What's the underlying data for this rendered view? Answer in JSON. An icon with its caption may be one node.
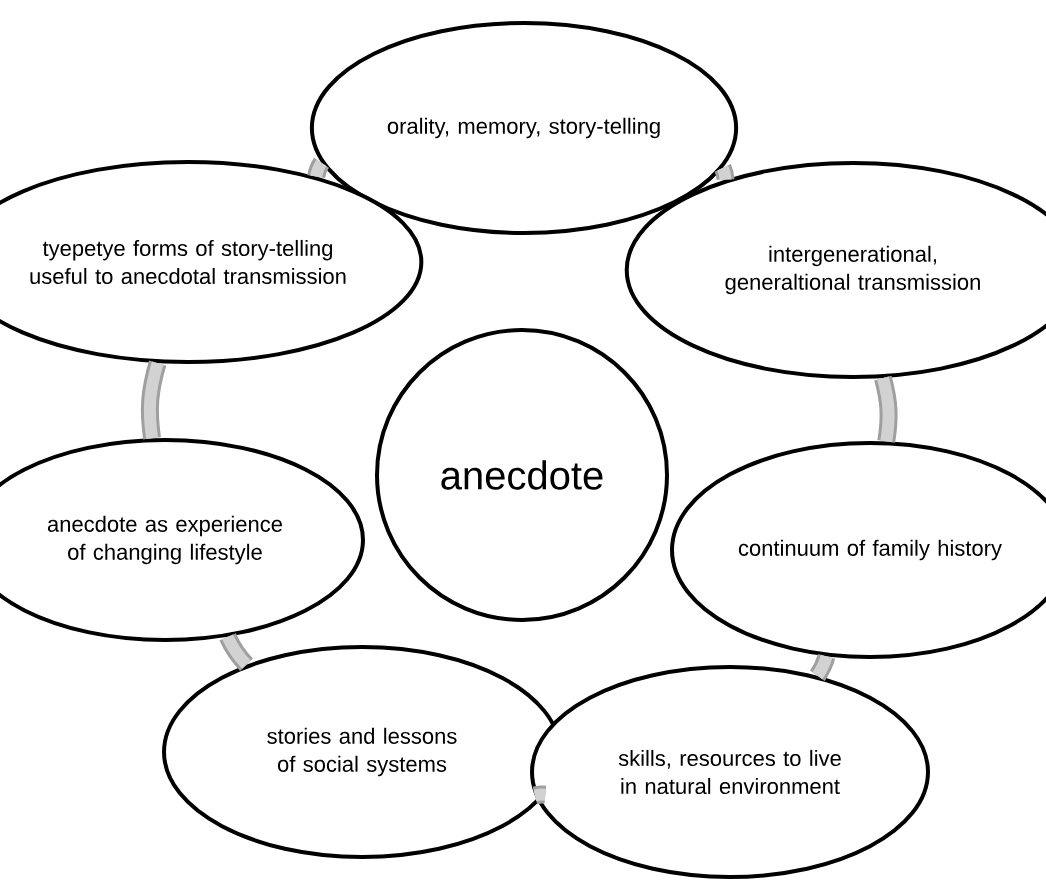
{
  "diagram": {
    "nodes": [
      {
        "text": [
          "orality, memory, story-telling"
        ]
      },
      {
        "text": [
          "tyepetye forms of story-telling useful to anecdotal transmission"
        ]
      },
      {
        "text": [
          "intergenerational, generaltional transmission"
        ]
      },
      {
        "text": [
          "anecdote"
        ]
      },
      {
        "text": [
          "anecdote as experience of changing lifestyle"
        ]
      },
      {
        "text": [
          "continuum of family history"
        ]
      },
      {
        "text": [
          "stories and lessons of social systems"
        ]
      },
      {
        "text": [
          "skills, resources to live in natural environment"
        ]
      }
    ],
    "edges": [
      {
        "from": 0,
        "to": 2,
        "arrow": "none"
      },
      {
        "from": 2,
        "to": 5,
        "arrow": "none"
      },
      {
        "from": 5,
        "to": 7,
        "arrow": "none"
      },
      {
        "from": 7,
        "to": 6,
        "arrow": "none"
      },
      {
        "from": 6,
        "to": 4,
        "arrow": "none"
      },
      {
        "from": 4,
        "to": 1,
        "arrow": "none"
      },
      {
        "from": 1,
        "to": 0,
        "arrow": "none"
      }
    ]
  }
}
